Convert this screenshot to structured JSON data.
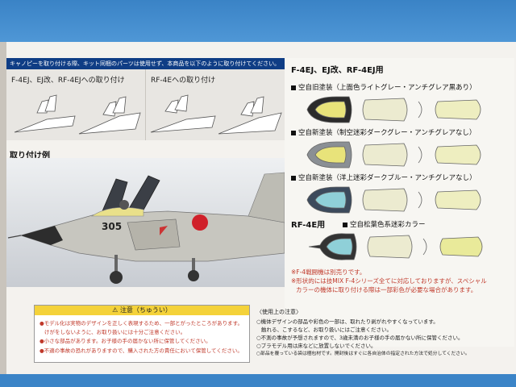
{
  "header": {
    "banner": "キャノピーを取り付ける際、キット同梱のパーツは使用せず、本商品を以下のように取り付けてください。"
  },
  "panels": [
    {
      "label": "F-4EJ、EJ改、RF-4EJへの取り付け"
    },
    {
      "label": "RF-4Eへの取り付け"
    }
  ],
  "photo": {
    "section_title": "取り付け例",
    "aircraft_number": "305"
  },
  "right": {
    "title": "F-4EJ、EJ改、RF-4EJ用",
    "variants": [
      {
        "label": "空自旧塗装（上面色ライトグレー・アンチグレア黒あり）"
      },
      {
        "label": "空自新塗装（制空迷彩ダークグレー・アンチグレアなし）"
      },
      {
        "label": "空自新塗装（洋上迷彩ダークブルー・アンチグレアなし）"
      }
    ],
    "rf4e_title": "RF-4E用",
    "rf4e_variant": "空自松葉色系迷彩カラー",
    "notes": [
      "※F-4戦闘機は別売りです。",
      "※形状的には技MIX F-4シリーズ全てに対応しておりますが、スペシャル",
      "カラーの機体に取り付ける際は一部彩色が必要な場合があります。"
    ]
  },
  "caution": {
    "title": "注意（ちゅうい）",
    "lines": [
      "●モデル化は実物のデザインを正しく表現するため、一部とがったところがあります。",
      "けがをしないように、お取り扱いには十分ご注意ください。",
      "●小さな部品があります。お子様の手の届かない所に保管してください。",
      "●不適の事故の恐れがありますので、購入された方の責任において保管してください。"
    ]
  },
  "usage": {
    "title": "〈使用上の注意〉",
    "lines": [
      "○機体デザインの部品や彩色の一部は、取れたり剥がれやすくなっています。",
      "触れる、こするなど、お取り扱いにはご注意ください。",
      "○不測の事故が予想されますので、3歳未満のお子様の手の届かない所に保管ください。",
      "○プラモデル用は床などに放置しないでください。",
      "○部品を覆っている袋は梱包材です。開封後はすぐに各自治体の指定された方法で処分してください。"
    ]
  },
  "colors": {
    "box_blue": "#3f88c9",
    "banner_navy": "#0f3d85",
    "caution_yellow": "#f4d23a",
    "note_red": "#c0392b",
    "hinomaru_red": "#d0202a"
  }
}
